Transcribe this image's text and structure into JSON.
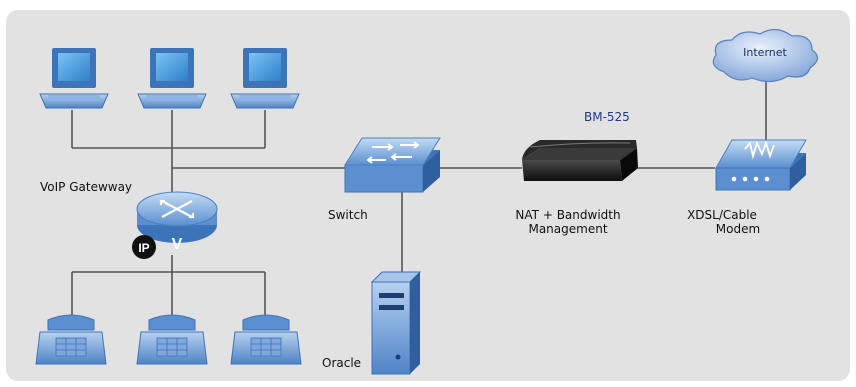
{
  "labels": {
    "voip_gateway": "VoIP Gatewway",
    "switch": "Switch",
    "oracle": "Oracle",
    "bm525": "BM-525",
    "nat_line1": "NAT + Bandwidth",
    "nat_line2": "Management",
    "modem_line1": "XDSL/Cable",
    "modem_line2": "Modem",
    "internet": "Internet",
    "ip_badge": "IP",
    "voip_letter": "V"
  },
  "colors": {
    "background": "#e2e2e2",
    "device_blue": "#5b8fd0",
    "device_light": "#a9c6ea",
    "screen": "#4a9fe0",
    "cable": "#555555",
    "bm525_text": "#1f3a8a",
    "bm525_device": "#1a1a1a"
  },
  "icons": {
    "pcs": [
      "desktop-pc-icon",
      "desktop-pc-icon",
      "desktop-pc-icon"
    ],
    "phones": [
      "ip-phone-icon",
      "ip-phone-icon",
      "ip-phone-icon"
    ],
    "router": "voip-router-icon",
    "switch": "network-switch-icon",
    "server": "server-tower-icon",
    "gateway": "bm525-gateway-icon",
    "modem": "modem-icon",
    "cloud": "internet-cloud-icon"
  }
}
